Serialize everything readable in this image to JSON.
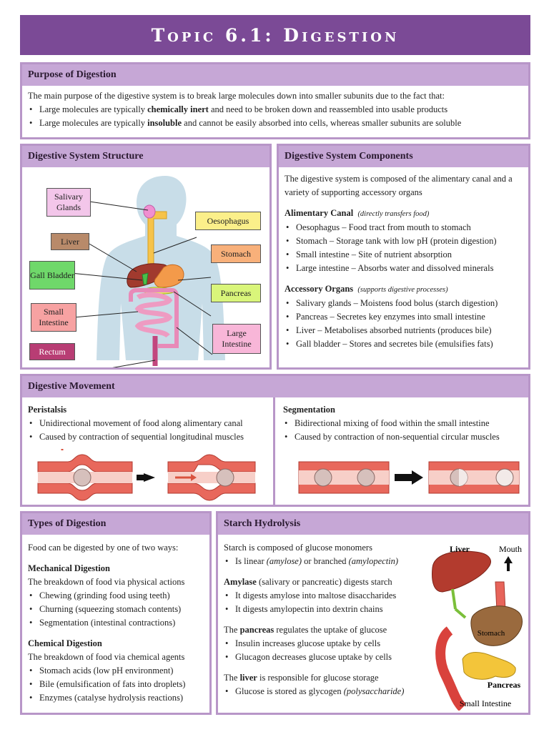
{
  "title": "Topic 6.1:  Digestion",
  "purpose": {
    "heading": "Purpose of Digestion",
    "intro": "The main purpose of the digestive system is to break large molecules down into smaller subunits due to the fact that:",
    "b1_pre": "Large molecules are typically ",
    "b1_bold": "chemically inert",
    "b1_post": " and need to be broken down and reassembled into usable products",
    "b2_pre": "Large molecules are typically ",
    "b2_bold": "insoluble",
    "b2_post": " and cannot be easily absorbed into cells, whereas smaller subunits are soluble"
  },
  "structure": {
    "heading": "Digestive System Structure",
    "labels": {
      "salivary": "Salivary Glands",
      "liver": "Liver",
      "gall": "Gall Bladder",
      "small": "Small Intestine",
      "rectum": "Rectum",
      "oesophagus": "Oesophagus",
      "stomach": "Stomach",
      "pancreas": "Pancreas",
      "large": "Large Intestine"
    }
  },
  "components": {
    "heading": "Digestive System Components",
    "intro": "The digestive system is composed of the alimentary canal and a variety of supporting accessory organs",
    "canal_title": "Alimentary Canal",
    "canal_note": "(directly transfers food)",
    "canal_items": [
      "Oesophagus – Food tract from mouth to stomach",
      "Stomach – Storage tank with low pH (protein digestion)",
      "Small intestine – Site of nutrient absorption",
      "Large intestine – Absorbs water and dissolved minerals"
    ],
    "accessory_title": "Accessory Organs",
    "accessory_note": "(supports digestive processes)",
    "accessory_items": [
      "Salivary glands – Moistens food bolus (starch digestion)",
      "Pancreas – Secretes key enzymes into small intestine",
      "Liver – Metabolises absorbed nutrients (produces bile)",
      "Gall bladder – Stores and secretes bile (emulsifies fats)"
    ]
  },
  "movement": {
    "heading": "Digestive Movement",
    "peristalsis_title": "Peristalsis",
    "peristalsis_items": [
      "Unidirectional movement of food along alimentary canal",
      "Caused by contraction of sequential longitudinal muscles"
    ],
    "segmentation_title": "Segmentation",
    "segmentation_items": [
      "Bidirectional mixing of food within the small intestine",
      "Caused by contraction of non-sequential circular muscles"
    ]
  },
  "types": {
    "heading": "Types of Digestion",
    "intro": "Food can be digested by one of two ways:",
    "mech_title": "Mechanical Digestion",
    "mech_desc": "The breakdown of food via physical actions",
    "mech_items": [
      "Chewing (grinding food using teeth)",
      "Churning (squeezing stomach contents)",
      "Segmentation (intestinal contractions)"
    ],
    "chem_title": "Chemical Digestion",
    "chem_desc": "The breakdown of food via chemical agents",
    "chem_items": [
      "Stomach acids (low pH environment)",
      "Bile (emulsification of fats into droplets)",
      "Enzymes (catalyse hydrolysis reactions)"
    ]
  },
  "starch": {
    "heading": "Starch Hydrolysis",
    "l1": "Starch is composed of glucose monomers",
    "l2_pre": "Is linear ",
    "l2_i1": "(amylose)",
    "l2_mid": " or branched ",
    "l2_i2": "(amylopectin)",
    "l3_bold": "Amylase",
    "l3_post": " (salivary or pancreatic) digests starch",
    "l4": "It digests amylose into maltose disaccharides",
    "l5": "It digests amylopectin into dextrin chains",
    "l6_pre": "The ",
    "l6_bold": "pancreas",
    "l6_post": " regulates the uptake of glucose",
    "l7": "Insulin increases glucose uptake by cells",
    "l8": "Glucagon decreases glucose uptake by cells",
    "l9_pre": "The ",
    "l9_bold": "liver",
    "l9_post": " is responsible for glucose storage",
    "l10_pre": "Glucose is stored as glycogen ",
    "l10_i": "(polysaccharide)",
    "fig": {
      "liver": "Liver",
      "mouth": "Mouth",
      "stomach": "Stomach",
      "pancreas": "Pancreas",
      "small_intestine": "Small Intestine"
    }
  },
  "colors": {
    "title_bar": "#7b4a96",
    "panel_header": "#c6a7d6",
    "panel_border": "#b896c8",
    "muscle": "#e8685c",
    "arrow": "#d9533f"
  }
}
